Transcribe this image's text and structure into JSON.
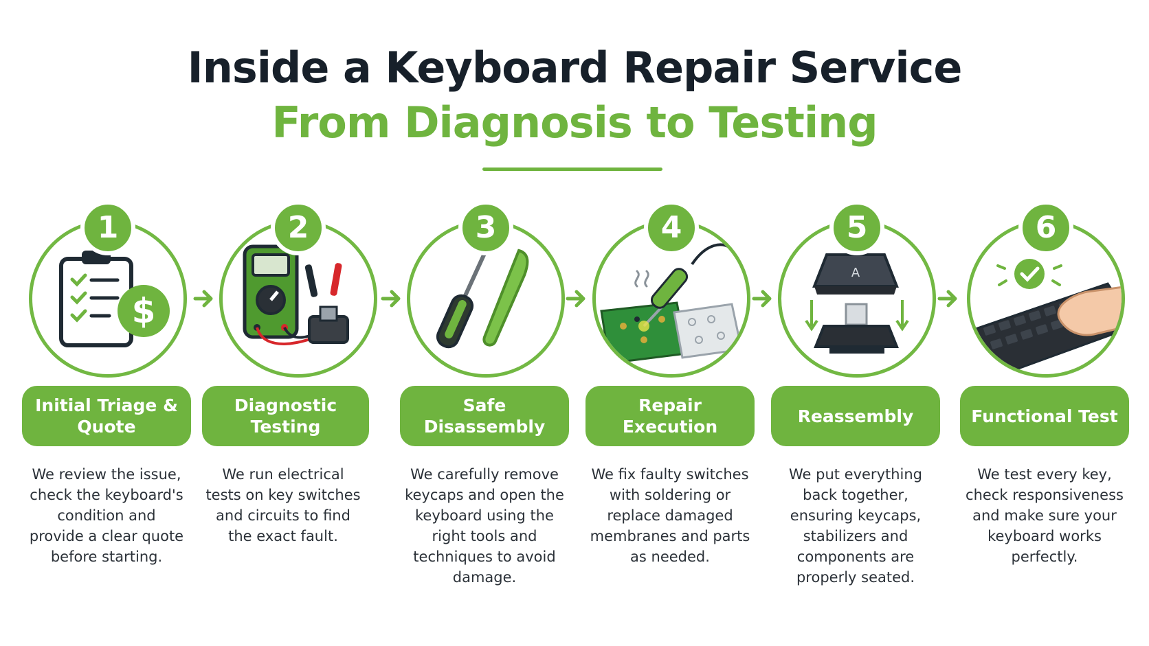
{
  "title": "Inside a Keyboard Repair Service",
  "subtitle": "From Diagnosis to Testing",
  "colors": {
    "accent": "#6fb43f",
    "dark": "#17202a",
    "text": "#2b3138"
  },
  "steps": [
    {
      "number": "1",
      "title": "Initial Triage & Quote",
      "icon": "clipboard-dollar-icon",
      "description": "We review the issue, check the keyboard's condition and provide a clear quote before starting."
    },
    {
      "number": "2",
      "title": "Diagnostic Testing",
      "icon": "multimeter-icon",
      "description": "We run electrical tests on key switches and circuits to find the exact fault."
    },
    {
      "number": "3",
      "title": "Safe Disassembly",
      "icon": "screwdriver-spudger-icon",
      "description": "We carefully remove keycaps and open the keyboard using the right tools and techniques to avoid damage."
    },
    {
      "number": "4",
      "title": "Repair Execution",
      "icon": "soldering-iron-icon",
      "description": "We fix faulty switches with soldering or replace damaged membranes and parts as needed."
    },
    {
      "number": "5",
      "title": "Reassembly",
      "icon": "keycap-switch-icon",
      "keycap_letter": "A",
      "description": "We put everything back together, ensuring keycaps, stabilizers and components are properly seated."
    },
    {
      "number": "6",
      "title": "Functional Test",
      "icon": "keyboard-check-icon",
      "description": "We test every key, check responsiveness and make sure your keyboard works perfectly."
    }
  ]
}
